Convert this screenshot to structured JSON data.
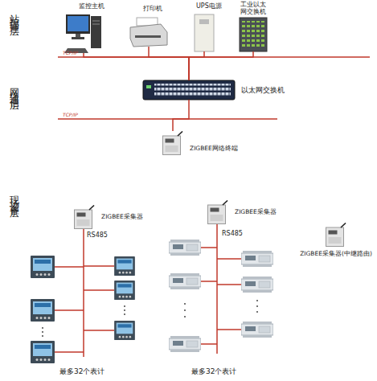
{
  "diagram": {
    "nodes": [
      {
        "text": [
          "监控主机"
        ]
      },
      {
        "text": [
          "打印机"
        ]
      },
      {
        "text": [
          "UPS电源"
        ]
      },
      {
        "text": [
          "工业以太 网交换机"
        ]
      },
      {
        "text": [
          "以太网交换机"
        ]
      },
      {
        "text": [
          "ZIGBEE网络终端"
        ]
      },
      {
        "text": [
          "ZIGBEE采集器"
        ]
      },
      {
        "text": [
          "ZIGBEE采集器"
        ]
      },
      {
        "text": [
          "ZIGBEE采集器(中继路由)"
        ]
      }
    ],
    "edges": [
      {
        "from": 0,
        "to": 4,
        "arrow": "none"
      },
      {
        "from": 1,
        "to": 4,
        "arrow": "none"
      },
      {
        "from": 2,
        "to": 4,
        "arrow": "none"
      },
      {
        "from": 3,
        "to": 4,
        "arrow": "none"
      },
      {
        "from": 4,
        "to": 5,
        "arrow": "none"
      }
    ],
    "labels": [
      "站控管理层",
      "网络通信层",
      "现场设备层",
      "TCP/IP",
      "TCP/IP",
      "RS485",
      "RS485",
      "最多32个表计",
      "最多32个表计"
    ]
  }
}
